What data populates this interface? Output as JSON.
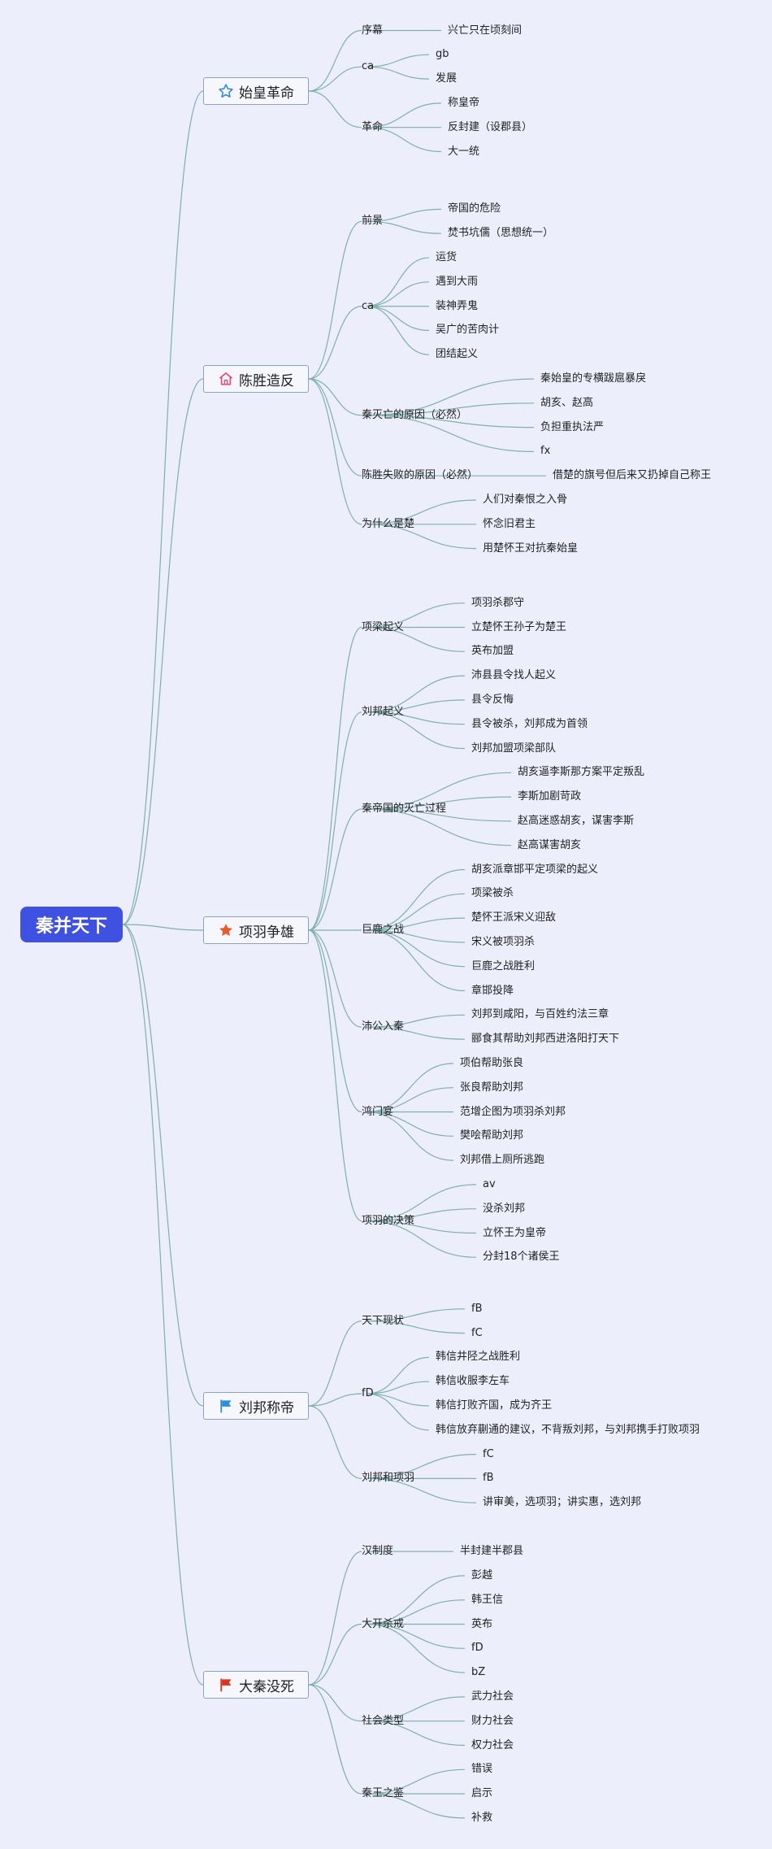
{
  "root": {
    "label": "秦并天下"
  },
  "colors": {
    "link": "#7fb0ad",
    "root": "#3f51e0",
    "branch_border": "#8aa5b3"
  },
  "branches": [
    {
      "label": "始皇革命",
      "icon": "star-outline-icon",
      "children": [
        {
          "label": "序幕",
          "children": [
            {
              "label": "兴亡只在顷刻间"
            }
          ]
        },
        {
          "label": "ca",
          "children": [
            {
              "label": "gb"
            },
            {
              "label": "发展"
            }
          ]
        },
        {
          "label": "革命",
          "children": [
            {
              "label": "称皇帝"
            },
            {
              "label": "反封建（设郡县）"
            },
            {
              "label": "大一统"
            }
          ]
        }
      ]
    },
    {
      "label": "陈胜造反",
      "icon": "home-icon",
      "children": [
        {
          "label": "前景",
          "children": [
            {
              "label": "帝国的危险"
            },
            {
              "label": "焚书坑儒（思想统一）"
            }
          ]
        },
        {
          "label": "ca",
          "children": [
            {
              "label": "运货"
            },
            {
              "label": "遇到大雨"
            },
            {
              "label": "装神弄鬼"
            },
            {
              "label": "吴广的苦肉计"
            },
            {
              "label": "团结起义"
            }
          ]
        },
        {
          "label": "秦灭亡的原因（必然）",
          "children": [
            {
              "label": "秦始皇的专横跋扈暴戾"
            },
            {
              "label": "胡亥、赵高"
            },
            {
              "label": "负担重执法严"
            },
            {
              "label": "fx"
            }
          ]
        },
        {
          "label": "陈胜失败的原因（必然）",
          "children": [
            {
              "label": "借楚的旗号但后来又扔掉自己称王"
            }
          ]
        },
        {
          "label": "为什么是楚",
          "children": [
            {
              "label": "人们对秦恨之入骨"
            },
            {
              "label": "怀念旧君主"
            },
            {
              "label": "用楚怀王对抗秦始皇"
            }
          ]
        }
      ]
    },
    {
      "label": "项羽争雄",
      "icon": "star-filled-icon",
      "children": [
        {
          "label": "项梁起义",
          "children": [
            {
              "label": "项羽杀郡守"
            },
            {
              "label": "立楚怀王孙子为楚王"
            },
            {
              "label": "英布加盟"
            }
          ]
        },
        {
          "label": "刘邦起义",
          "children": [
            {
              "label": "沛县县令找人起义"
            },
            {
              "label": "县令反悔"
            },
            {
              "label": "县令被杀，刘邦成为首领"
            },
            {
              "label": "刘邦加盟项梁部队"
            }
          ]
        },
        {
          "label": "秦帝国的灭亡过程",
          "children": [
            {
              "label": "胡亥逼李斯那方案平定叛乱"
            },
            {
              "label": "李斯加剧苛政"
            },
            {
              "label": "赵高迷惑胡亥，谋害李斯"
            },
            {
              "label": "赵高谋害胡亥"
            }
          ]
        },
        {
          "label": "巨鹿之战",
          "children": [
            {
              "label": "胡亥派章邯平定项梁的起义"
            },
            {
              "label": "项梁被杀"
            },
            {
              "label": "楚怀王派宋义迎敌"
            },
            {
              "label": "宋义被项羽杀"
            },
            {
              "label": "巨鹿之战胜利"
            },
            {
              "label": "章邯投降"
            }
          ]
        },
        {
          "label": "沛公入秦",
          "children": [
            {
              "label": "刘邦到咸阳，与百姓约法三章"
            },
            {
              "label": "郦食其帮助刘邦西进洛阳打天下"
            }
          ]
        },
        {
          "label": "鸿门宴",
          "children": [
            {
              "label": "项伯帮助张良"
            },
            {
              "label": "张良帮助刘邦"
            },
            {
              "label": "范增企图为项羽杀刘邦"
            },
            {
              "label": "樊哙帮助刘邦"
            },
            {
              "label": "刘邦借上厕所逃跑"
            }
          ]
        },
        {
          "label": "项羽的决策",
          "children": [
            {
              "label": "av"
            },
            {
              "label": "没杀刘邦"
            },
            {
              "label": "立怀王为皇帝"
            },
            {
              "label": "分封18个诸侯王"
            }
          ]
        }
      ]
    },
    {
      "label": "刘邦称帝",
      "icon": "blue-flag-icon",
      "children": [
        {
          "label": "天下现状",
          "children": [
            {
              "label": "fB"
            },
            {
              "label": "fC"
            }
          ]
        },
        {
          "label": "fD",
          "children": [
            {
              "label": "韩信井陉之战胜利"
            },
            {
              "label": "韩信收服李左车"
            },
            {
              "label": "韩信打败齐国，成为齐王"
            },
            {
              "label": "韩信放弃蒯通的建议，不背叛刘邦，与刘邦携手打败项羽"
            }
          ]
        },
        {
          "label": "刘邦和项羽",
          "children": [
            {
              "label": "fC"
            },
            {
              "label": "fB"
            },
            {
              "label": "讲审美，选项羽；讲实惠，选刘邦"
            }
          ]
        }
      ]
    },
    {
      "label": "大秦没死",
      "icon": "red-flag-icon",
      "children": [
        {
          "label": "汉制度",
          "children": [
            {
              "label": "半封建半郡县"
            }
          ]
        },
        {
          "label": "大开杀戒",
          "children": [
            {
              "label": "彭越"
            },
            {
              "label": "韩王信"
            },
            {
              "label": "英布"
            },
            {
              "label": "fD"
            },
            {
              "label": "bZ"
            }
          ]
        },
        {
          "label": "社会类型",
          "children": [
            {
              "label": "武力社会"
            },
            {
              "label": "财力社会"
            },
            {
              "label": "权力社会"
            }
          ]
        },
        {
          "label": "秦王之鉴",
          "children": [
            {
              "label": "错误"
            },
            {
              "label": "启示"
            },
            {
              "label": "补救"
            }
          ]
        }
      ]
    }
  ]
}
